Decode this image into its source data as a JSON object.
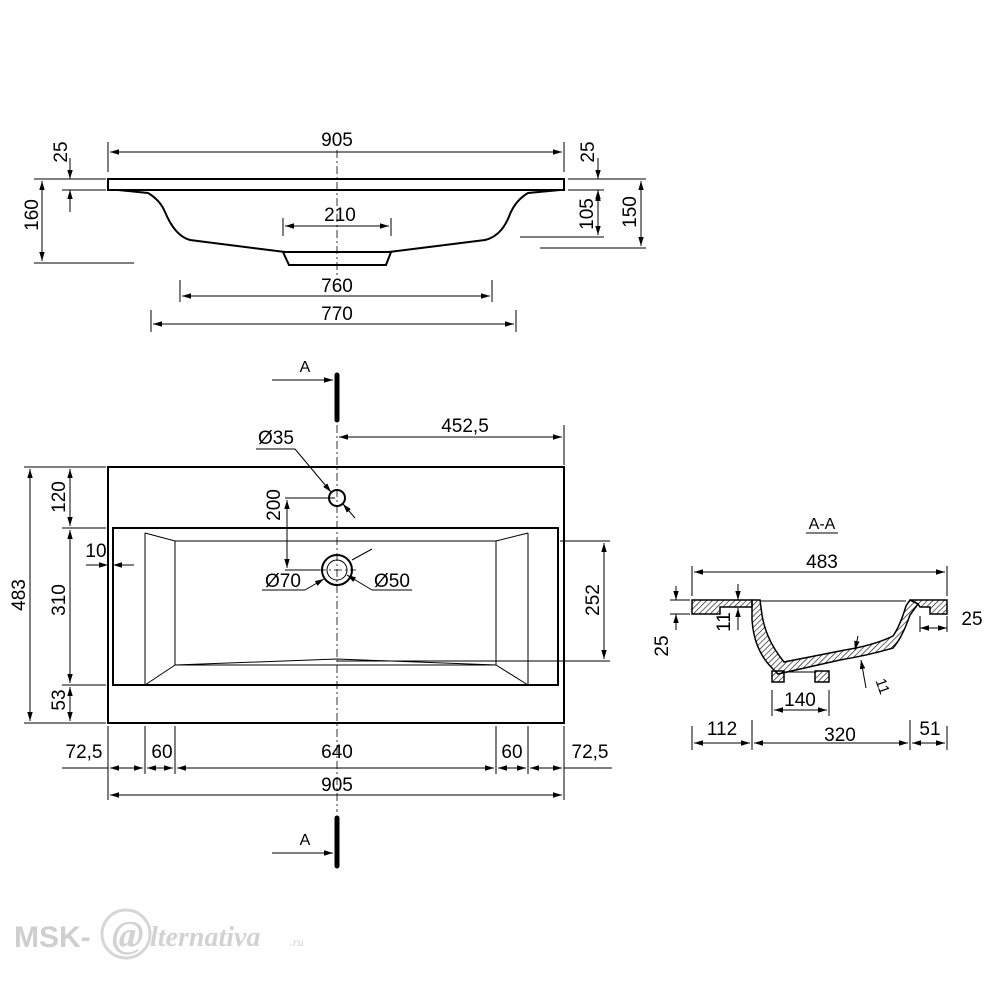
{
  "top_view": {
    "overall_width": "905",
    "edge_left": "25",
    "edge_right": "25",
    "height_total": "160",
    "height_bowl": "105",
    "height_right": "150",
    "drain_width": "210",
    "bowl_width": "760",
    "body_width": "770"
  },
  "plan_view": {
    "section_label": "A",
    "hole_offset": "452,5",
    "faucet_hole": "Ø35",
    "faucet_to_drain": "200",
    "drain_outer": "Ø70",
    "drain_inner": "Ø50",
    "total_depth": "483",
    "back_ledge": "120",
    "bowl_depth": "310",
    "front_ledge": "53",
    "side_gap": "10",
    "inner_depth": "252",
    "bottom_dims": [
      "72,5",
      "60",
      "640",
      "60",
      "72,5"
    ],
    "overall_width": "905"
  },
  "section_view": {
    "title": "A-A",
    "depth": "483",
    "thickness": "11",
    "rim_height": "25",
    "right_rim": "25",
    "wall_thickness": "11",
    "drain_width": "140",
    "bottom_dims": [
      "112",
      "320",
      "51"
    ]
  },
  "logo": {
    "brand": "MSK-",
    "mark": "@",
    "script": "lternativa",
    "domain": ".ru"
  }
}
